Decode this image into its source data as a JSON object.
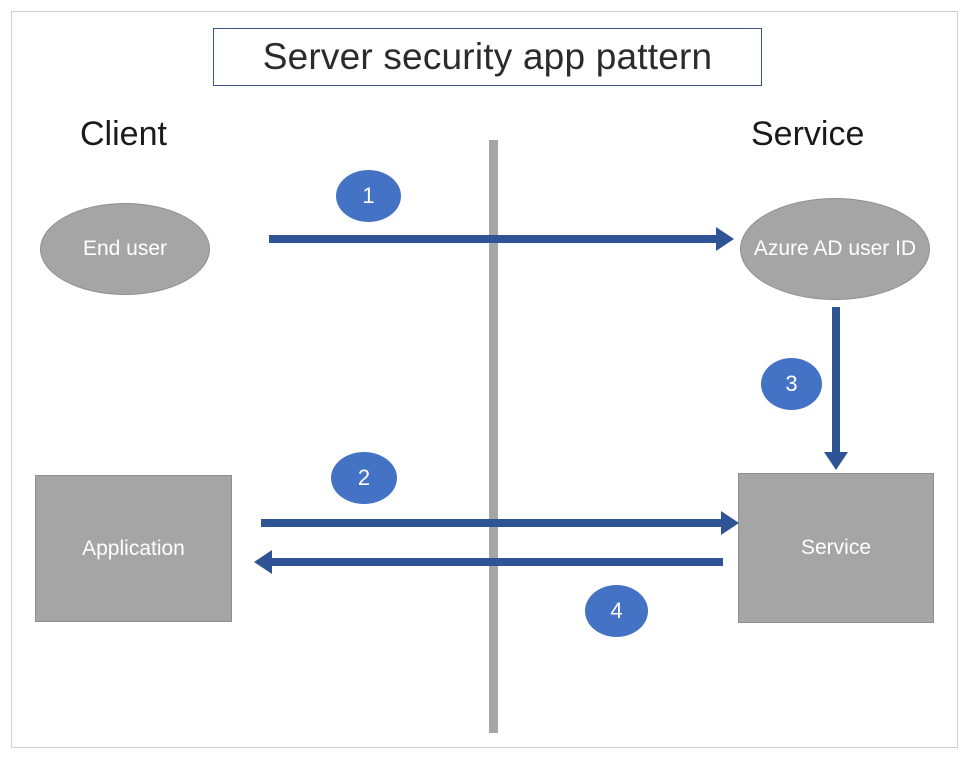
{
  "diagram": {
    "title": "Server security app pattern",
    "columns": {
      "left_label": "Client",
      "right_label": "Service"
    },
    "nodes": [
      {
        "id": "end-user",
        "label": "End user",
        "shape": "ellipse",
        "fill": "#A5A5A5",
        "text_color": "#FFFFFF"
      },
      {
        "id": "azure-ad",
        "label": "Azure AD user ID",
        "shape": "ellipse",
        "fill": "#A5A5A5",
        "text_color": "#FFFFFF"
      },
      {
        "id": "application",
        "label": "Application",
        "shape": "rectangle",
        "fill": "#A5A5A5",
        "text_color": "#FFFFFF"
      },
      {
        "id": "service",
        "label": "Service",
        "shape": "rectangle",
        "fill": "#A5A5A5",
        "text_color": "#FFFFFF"
      }
    ],
    "steps": [
      {
        "number": "1",
        "from": "end-user",
        "to": "azure-ad",
        "direction": "right"
      },
      {
        "number": "2",
        "from": "application",
        "to": "service",
        "direction": "right"
      },
      {
        "number": "3",
        "from": "azure-ad",
        "to": "service",
        "direction": "down"
      },
      {
        "number": "4",
        "from": "service",
        "to": "application",
        "direction": "left"
      }
    ],
    "colors": {
      "badge_blue": "#4472C4",
      "arrow_blue": "#2E5496",
      "node_gray": "#A5A5A5",
      "divider_gray": "#A6A6A6",
      "title_border": "#3B5488",
      "page_border": "#CFCFCF"
    }
  }
}
